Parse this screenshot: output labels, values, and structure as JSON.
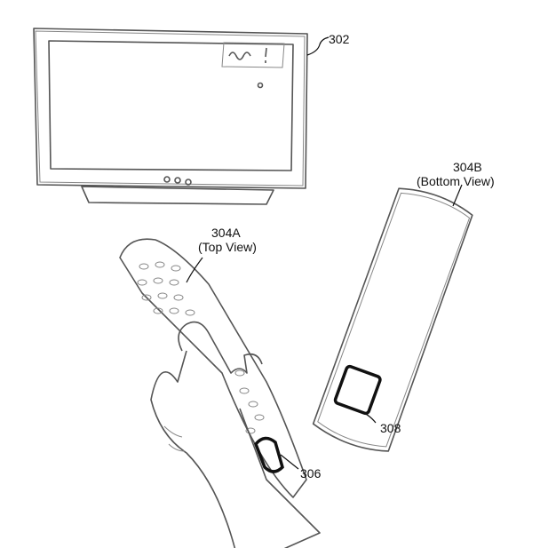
{
  "figure": {
    "labels": {
      "tv": "302",
      "remote_top": "304A",
      "remote_top_view": "(Top View)",
      "remote_bottom": "304B",
      "remote_bottom_view": "(Bottom View)",
      "touchpad_top": "306",
      "touchpad_bottom": "308"
    }
  }
}
